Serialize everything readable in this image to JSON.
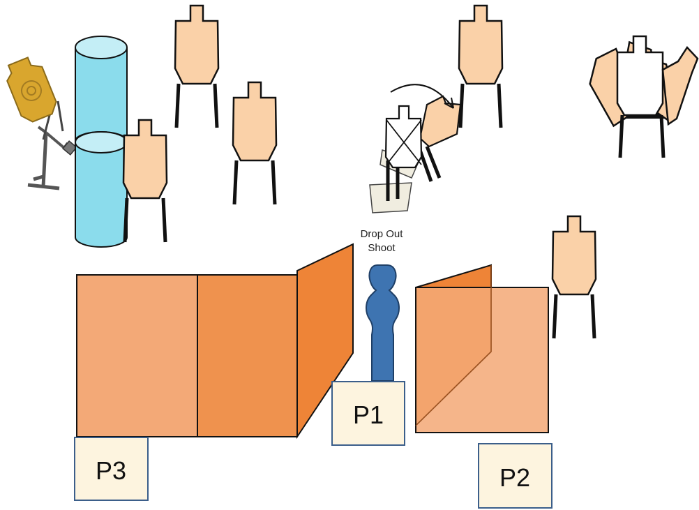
{
  "stage": {
    "drop_out_note": {
      "line1": "Drop Out",
      "line2": "Shoot"
    },
    "positions": [
      {
        "label": "P1"
      },
      {
        "label": "P2"
      },
      {
        "label": "P3"
      }
    ]
  },
  "colors": {
    "target_fill": "#FAD1A8",
    "barrel_fill": "#8BDCEC",
    "barrel_top": "#C4EEF6",
    "wall_light": "#F3A977",
    "wall_mid": "#EF924E",
    "wall_dark": "#EE8437",
    "shooter": "#3E74B1",
    "position_box": "#FDF4DF",
    "steel_popper": "#D9A62E"
  }
}
